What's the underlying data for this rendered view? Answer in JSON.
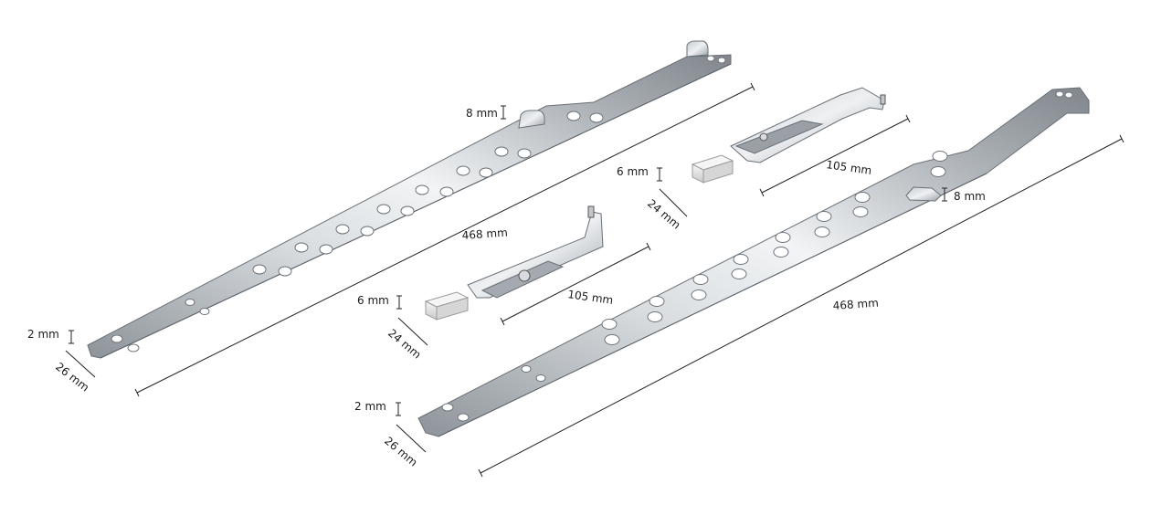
{
  "labels": {
    "bar1_length": "468 mm",
    "bar1_tab_height": "8 mm",
    "bar1_thickness": "2 mm",
    "bar1_width": "26 mm",
    "bar2_length": "468 mm",
    "bar2_tab_height": "8 mm",
    "bar2_thickness": "2 mm",
    "bar2_width": "26 mm",
    "plate1_length": "105 mm",
    "plate2_length": "105 mm",
    "block1_height": "6 mm",
    "block1_width": "24 mm",
    "block2_height": "6 mm",
    "block2_width": "24 mm"
  },
  "colors": {
    "metal_light": "#eef0f2",
    "metal_mid": "#b4b9be",
    "metal_dark": "#7c8288",
    "dimension_line": "#222222",
    "block_light": "#f3f3f3",
    "block_dark": "#bdbdbd"
  }
}
